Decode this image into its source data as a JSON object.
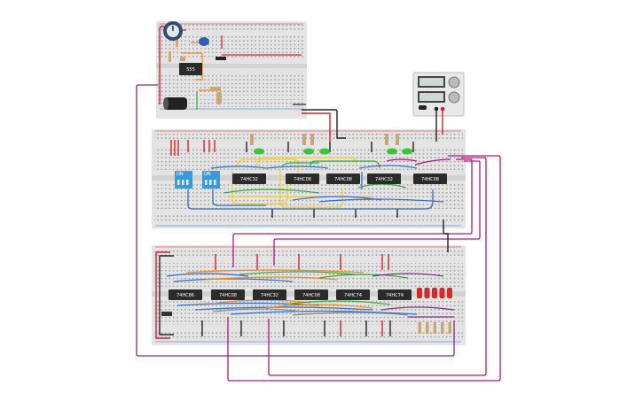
{
  "schematic": {
    "timer_chip": {
      "label": "555"
    },
    "logic_chips_top": [
      {
        "label": "74HC32"
      },
      {
        "label": "74HC08"
      },
      {
        "label": "74HC08"
      },
      {
        "label": "74HC32"
      },
      {
        "label": "74HC08"
      }
    ],
    "logic_chips_bottom": [
      {
        "label": "74HC86"
      },
      {
        "label": "74HC08"
      },
      {
        "label": "74HC32"
      },
      {
        "label": "74HC08"
      },
      {
        "label": "74HC74"
      },
      {
        "label": "74HC74"
      }
    ],
    "dip_switches": [
      {
        "label": "ON"
      },
      {
        "label": "ON"
      }
    ],
    "led_count": 5,
    "colors": {
      "breadboard": "#e4e4e4",
      "chip": "#2b2b2b",
      "wire_red": "#d8202a",
      "wire_black": "#222222",
      "wire_magenta": "#b0177a",
      "wire_purple": "#7a2d8f",
      "wire_blue": "#2f6fd6",
      "wire_yellow": "#f0d020",
      "wire_orange": "#f08a18",
      "wire_green": "#3aa83a",
      "wire_gray": "#8a8a8a",
      "switch": "#3a9ad9",
      "led_green": "#39c43a",
      "led_red": "#d42a2a"
    }
  }
}
